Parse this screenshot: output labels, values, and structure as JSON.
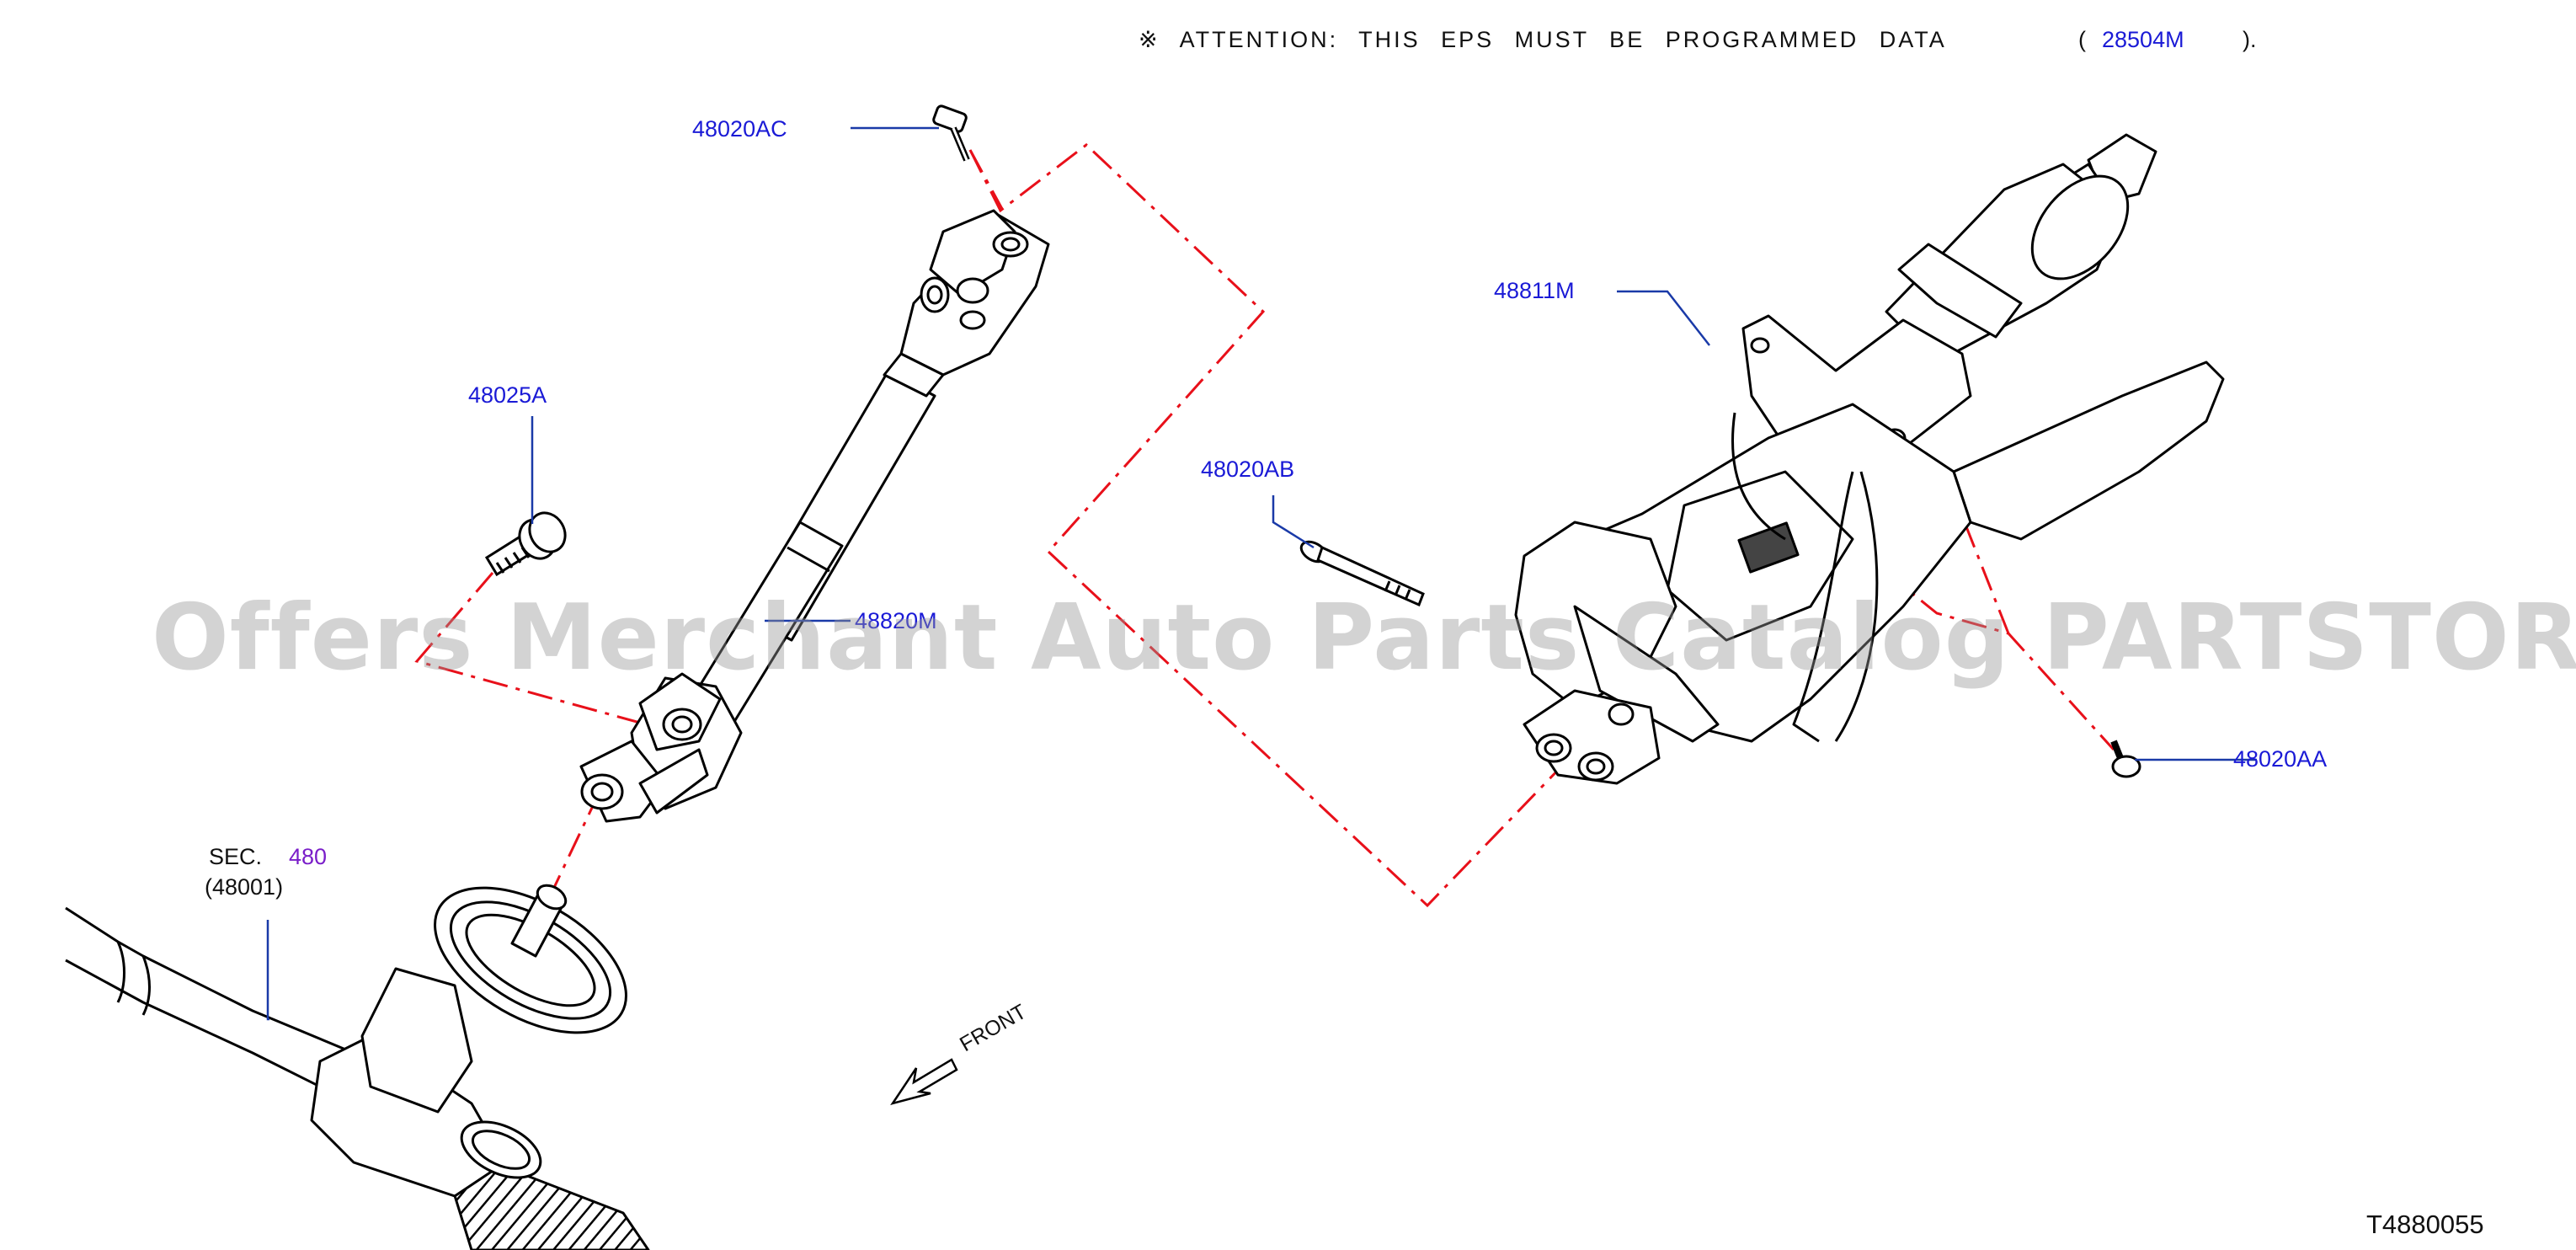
{
  "header": {
    "attention_mark": "※",
    "attention_text": "ATTENTION:  THIS  EPS  MUST  BE  PROGRAMMED  DATA",
    "ref_open": "(",
    "ref_part": "28504M",
    "ref_close": ")."
  },
  "callouts": {
    "p48020AC": "48020AC",
    "p48025A": "48025A",
    "p48811M": "48811M",
    "p48020AB": "48020AB",
    "p48820M": "48820M",
    "p48020AA": "48020AA"
  },
  "section_ref": {
    "prefix": "SEC.",
    "section": "480",
    "part": "(48001)"
  },
  "front_label": "FRONT",
  "diagram_id": "T4880055",
  "watermark": "Offers Merchant Auto Parts Catalog PARTSTORE.SA",
  "colors": {
    "part_link": "#1a1ad6",
    "section_link": "#7a1ec9",
    "leader": "#1a3aa8",
    "dash": "#e8101a",
    "line": "#000000"
  }
}
